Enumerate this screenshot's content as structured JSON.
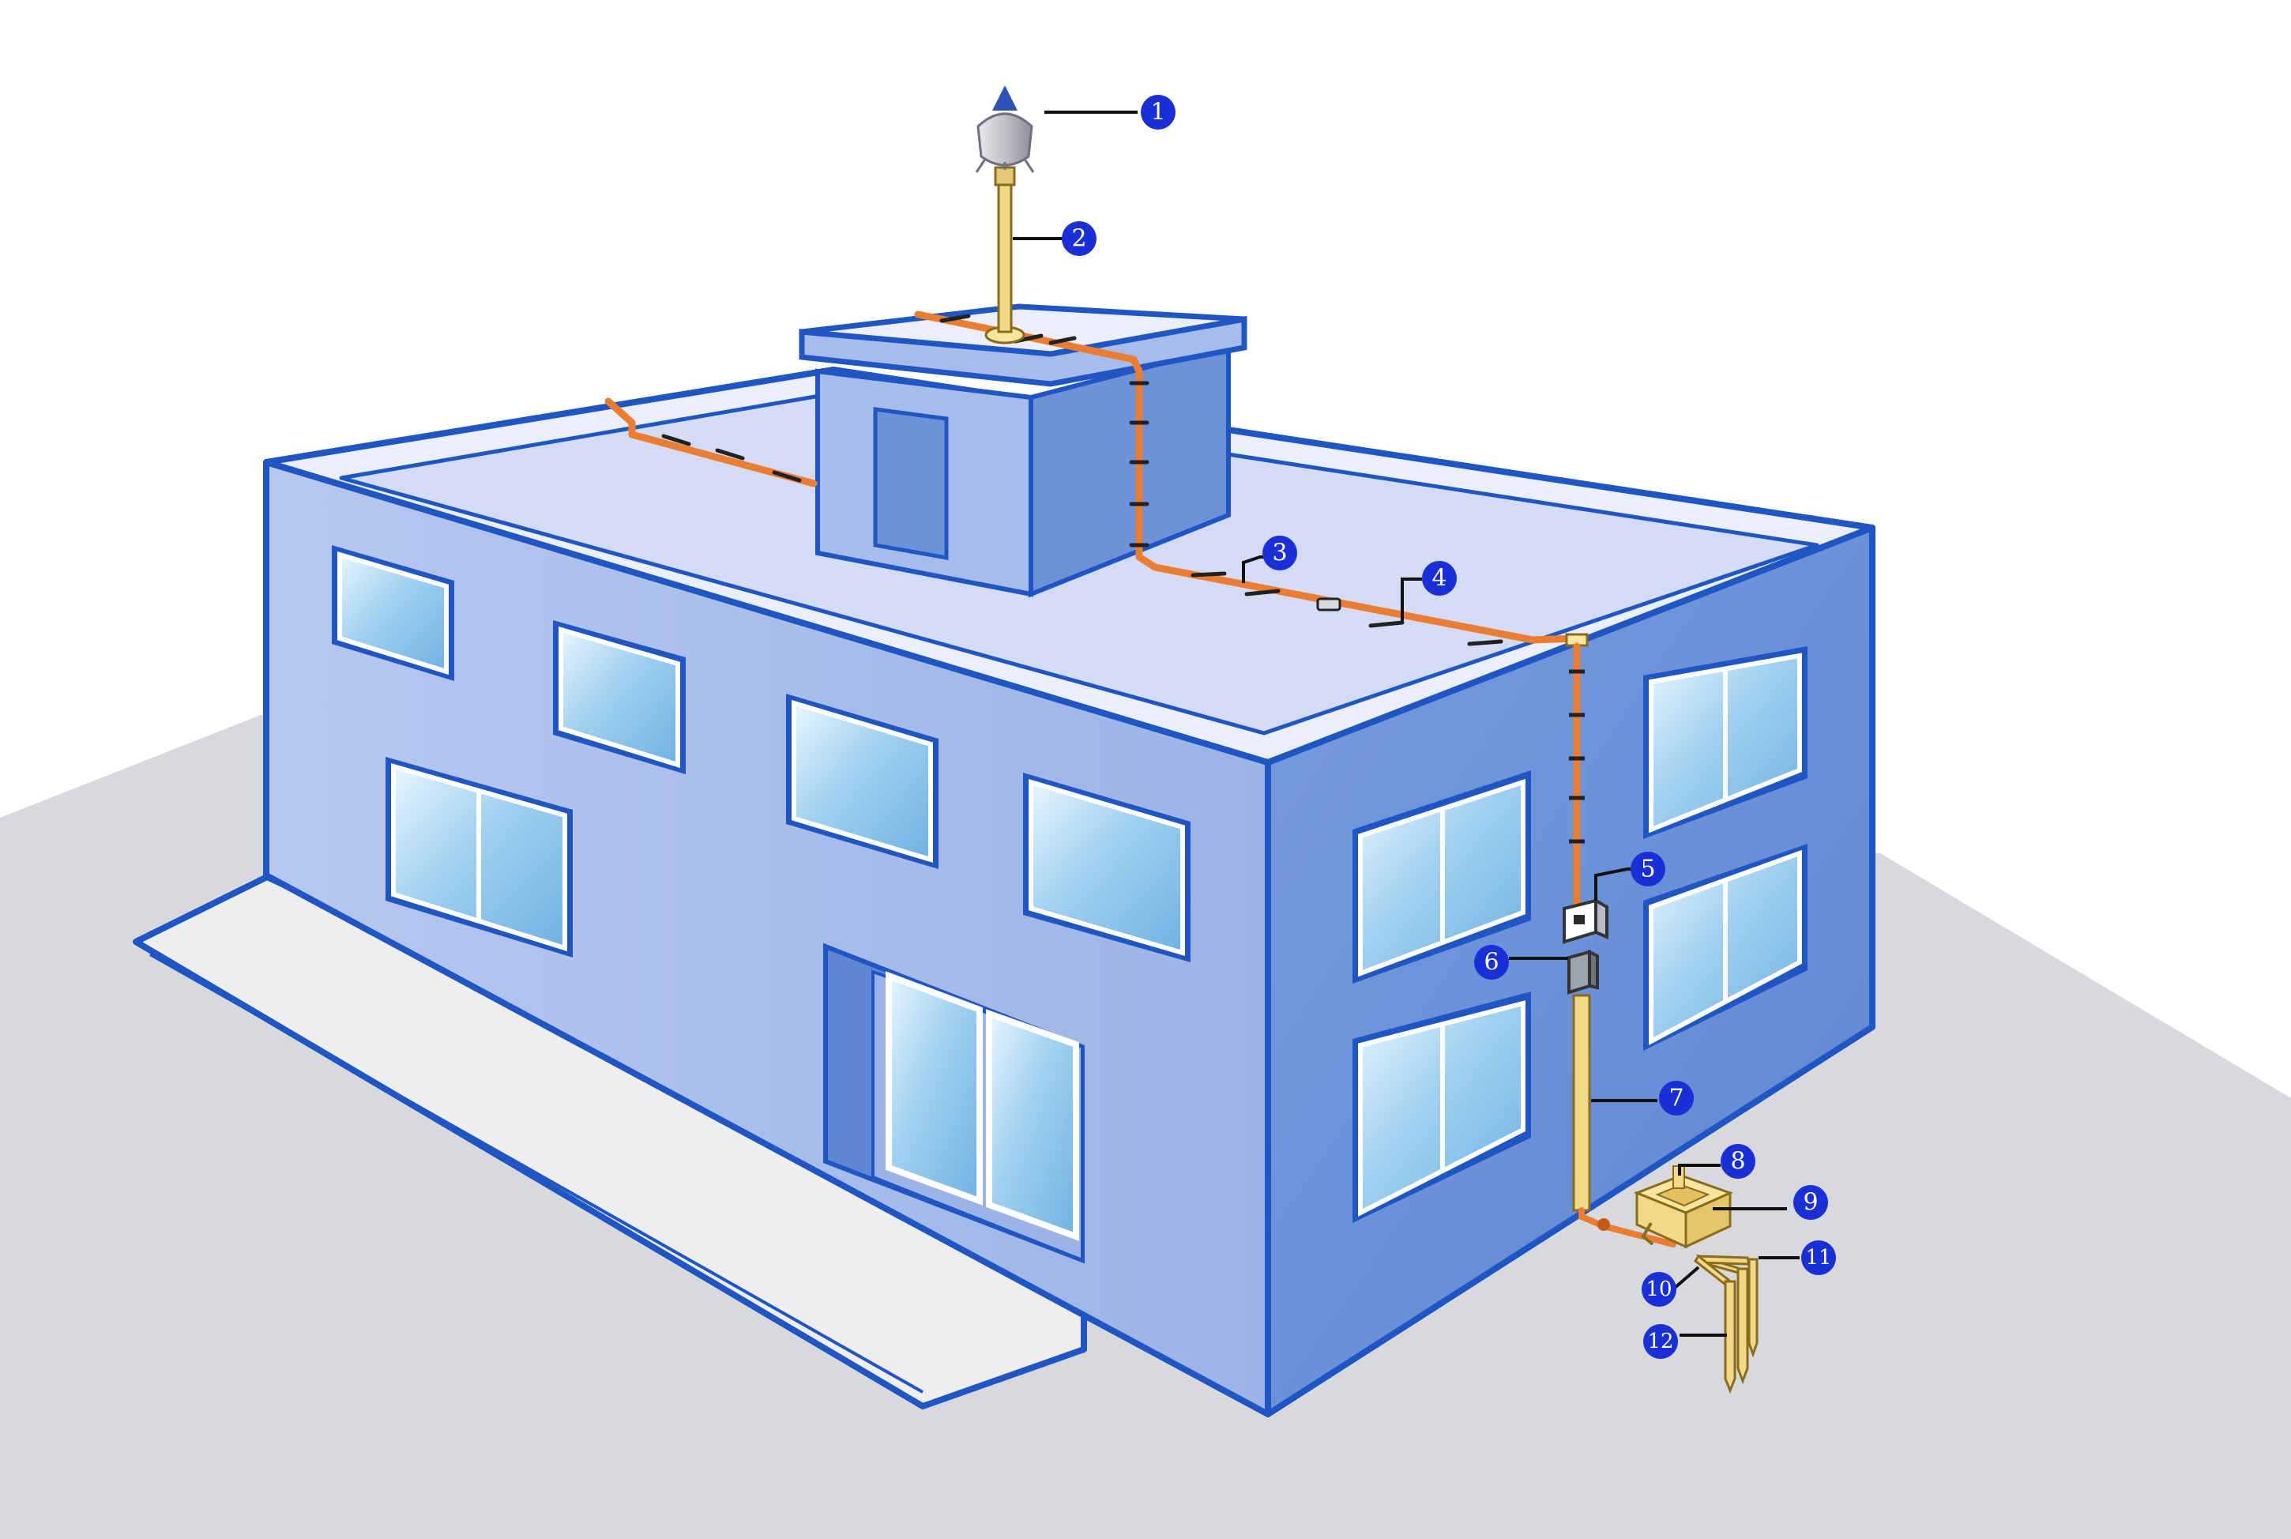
{
  "colors": {
    "ground": "#d7d9dc",
    "outline": "#1f56c4",
    "wall_front": "#a7bcea",
    "wall_side": "#6d92d8",
    "roof": "#d3dcf4",
    "parapet_top": "#eaeffb",
    "window_glass": "#9fd0ef",
    "conductor": "#ea7d32",
    "down_conductor": "#f2d98a",
    "callout_fill": "#1b2fd6"
  },
  "callouts": [
    {
      "id": 1,
      "label": "1",
      "component": "air-terminal"
    },
    {
      "id": 2,
      "label": "2",
      "component": "mast"
    },
    {
      "id": 3,
      "label": "3",
      "component": "conductor-fixing"
    },
    {
      "id": 4,
      "label": "4",
      "component": "conductor-fixing"
    },
    {
      "id": 5,
      "label": "5",
      "component": "strike-counter"
    },
    {
      "id": 6,
      "label": "6",
      "component": "test-clamp"
    },
    {
      "id": 7,
      "label": "7",
      "component": "protection-tube"
    },
    {
      "id": 8,
      "label": "8",
      "component": "earth-connection"
    },
    {
      "id": 9,
      "label": "9",
      "component": "inspection-pit"
    },
    {
      "id": 10,
      "label": "10",
      "component": "earth-conductor"
    },
    {
      "id": 11,
      "label": "11",
      "component": "earth-rod"
    },
    {
      "id": 12,
      "label": "12",
      "component": "earth-rod"
    }
  ]
}
